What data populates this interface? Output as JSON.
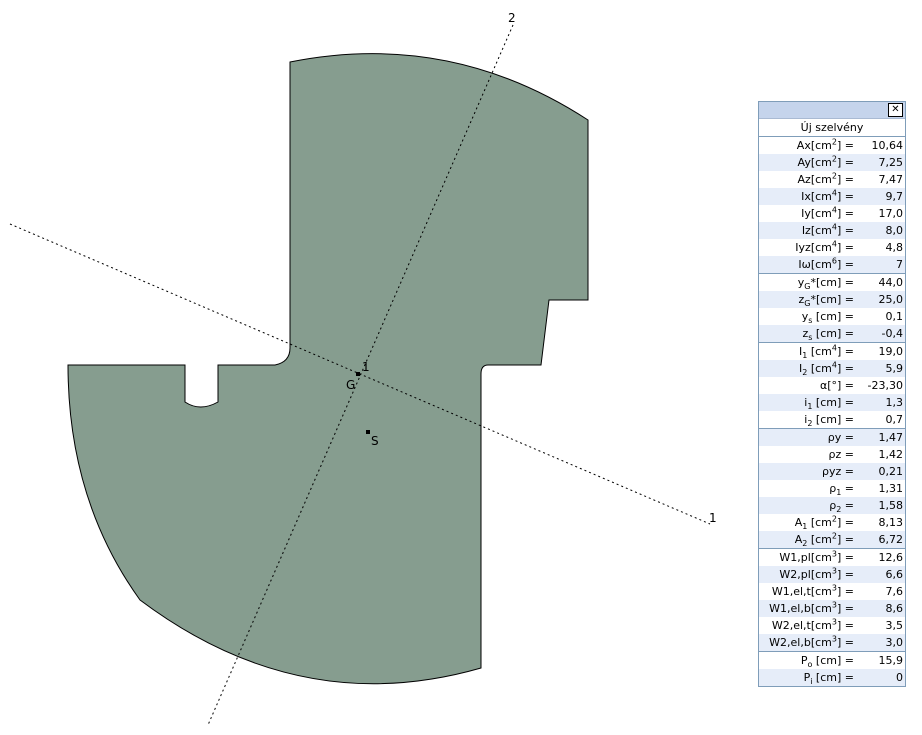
{
  "section": {
    "axis_1_label": "1",
    "axis_2_label": "2",
    "center_1_label": "1",
    "centroid_label": "G",
    "shear_center_label": "S",
    "fill_color": "#869d8f"
  },
  "panel": {
    "title": "Új szelvény",
    "close_symbol": "✕",
    "rows": [
      {
        "parts": [
          "Ax[cm",
          [
            "sup",
            "2"
          ],
          "] ="
        ],
        "value": "10,64"
      },
      {
        "parts": [
          "Ay[cm",
          [
            "sup",
            "2"
          ],
          "] ="
        ],
        "value": "7,25"
      },
      {
        "parts": [
          "Az[cm",
          [
            "sup",
            "2"
          ],
          "] ="
        ],
        "value": "7,47"
      },
      {
        "parts": [
          "Ix[cm",
          [
            "sup",
            "4"
          ],
          "] ="
        ],
        "value": "9,7"
      },
      {
        "parts": [
          "Iy[cm",
          [
            "sup",
            "4"
          ],
          "] ="
        ],
        "value": "17,0"
      },
      {
        "parts": [
          "Iz[cm",
          [
            "sup",
            "4"
          ],
          "] ="
        ],
        "value": "8,0"
      },
      {
        "parts": [
          "Iyz[cm",
          [
            "sup",
            "4"
          ],
          "] ="
        ],
        "value": "4,8"
      },
      {
        "parts": [
          "Iω[cm",
          [
            "sup",
            "6"
          ],
          "] ="
        ],
        "value": "7"
      },
      {
        "parts": [
          "y",
          [
            "sub",
            "G"
          ],
          "*[cm] ="
        ],
        "value": "44,0",
        "sep": true
      },
      {
        "parts": [
          "z",
          [
            "sub",
            "G"
          ],
          "*[cm] ="
        ],
        "value": "25,0"
      },
      {
        "parts": [
          "y",
          [
            "sub",
            "s"
          ],
          " [cm] ="
        ],
        "value": "0,1"
      },
      {
        "parts": [
          "z",
          [
            "sub",
            "s"
          ],
          " [cm] ="
        ],
        "value": "-0,4"
      },
      {
        "parts": [
          "I",
          [
            "sub",
            "1"
          ],
          " [cm",
          [
            "sup",
            "4"
          ],
          "] ="
        ],
        "value": "19,0",
        "sep": true
      },
      {
        "parts": [
          "I",
          [
            "sub",
            "2"
          ],
          " [cm",
          [
            "sup",
            "4"
          ],
          "] ="
        ],
        "value": "5,9"
      },
      {
        "parts": [
          "α[°] ="
        ],
        "value": "-23,30"
      },
      {
        "parts": [
          "i",
          [
            "sub",
            "1"
          ],
          " [cm] ="
        ],
        "value": "1,3"
      },
      {
        "parts": [
          "i",
          [
            "sub",
            "2"
          ],
          " [cm] ="
        ],
        "value": "0,7"
      },
      {
        "parts": [
          "ρy ="
        ],
        "value": "1,47",
        "sep": true
      },
      {
        "parts": [
          "ρz ="
        ],
        "value": "1,42"
      },
      {
        "parts": [
          "ρyz ="
        ],
        "value": "0,21"
      },
      {
        "parts": [
          "ρ",
          [
            "sub",
            "1"
          ],
          " ="
        ],
        "value": "1,31"
      },
      {
        "parts": [
          "ρ",
          [
            "sub",
            "2"
          ],
          " ="
        ],
        "value": "1,58"
      },
      {
        "parts": [
          "A",
          [
            "sub",
            "1"
          ],
          " [cm",
          [
            "sup",
            "2"
          ],
          "] ="
        ],
        "value": "8,13"
      },
      {
        "parts": [
          "A",
          [
            "sub",
            "2"
          ],
          " [cm",
          [
            "sup",
            "2"
          ],
          "] ="
        ],
        "value": "6,72"
      },
      {
        "parts": [
          "W1,pl[cm",
          [
            "sup",
            "3"
          ],
          "] ="
        ],
        "value": "12,6",
        "sep": true
      },
      {
        "parts": [
          "W2,pl[cm",
          [
            "sup",
            "3"
          ],
          "] ="
        ],
        "value": "6,6"
      },
      {
        "parts": [
          "W1,el,t[cm",
          [
            "sup",
            "3"
          ],
          "] ="
        ],
        "value": "7,6"
      },
      {
        "parts": [
          "W1,el,b[cm",
          [
            "sup",
            "3"
          ],
          "] ="
        ],
        "value": "8,6"
      },
      {
        "parts": [
          "W2,el,t[cm",
          [
            "sup",
            "3"
          ],
          "] ="
        ],
        "value": "3,5"
      },
      {
        "parts": [
          "W2,el,b[cm",
          [
            "sup",
            "3"
          ],
          "] ="
        ],
        "value": "3,0"
      },
      {
        "parts": [
          "P",
          [
            "sub",
            "o"
          ],
          " [cm] ="
        ],
        "value": "15,9",
        "sep": true
      },
      {
        "parts": [
          "P",
          [
            "sub",
            "i"
          ],
          " [cm] ="
        ],
        "value": "0"
      }
    ]
  }
}
